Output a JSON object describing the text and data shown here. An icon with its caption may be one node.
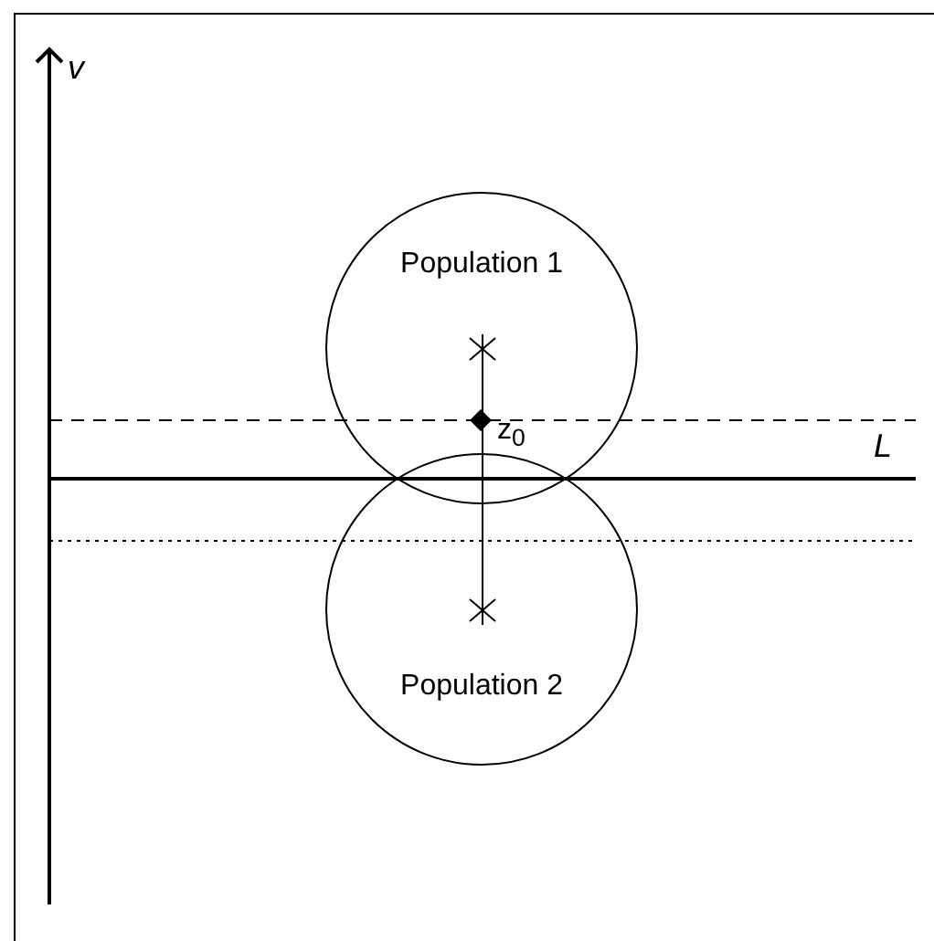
{
  "diagram": {
    "nodes": [
      {
        "text": [
          "Population 1"
        ]
      },
      {
        "text": [
          "Population 2"
        ]
      },
      {
        "text": [],
        "shape": "asterisk",
        "in": 0
      },
      {
        "text": [],
        "shape": "asterisk",
        "in": 1
      }
    ],
    "edges": [
      {
        "from": 2,
        "to": 3,
        "arrow": "none"
      }
    ],
    "labels": [
      "v",
      "L",
      "z$_{0}$"
    ]
  }
}
